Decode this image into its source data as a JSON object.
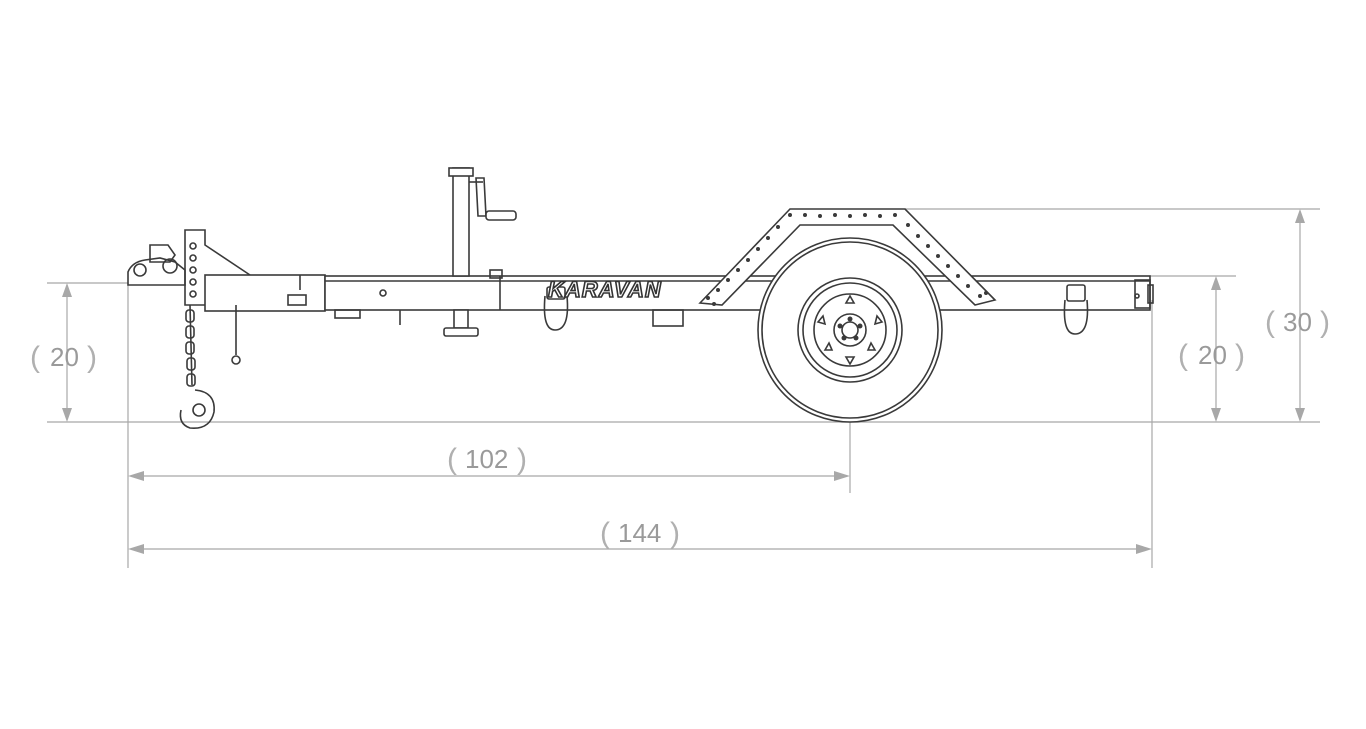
{
  "brand": {
    "name": "KARAVAN"
  },
  "dimensions": {
    "left_height": "20",
    "right_height": "20",
    "fender_height": "30",
    "axle_distance": "102",
    "overall_length": "144"
  }
}
